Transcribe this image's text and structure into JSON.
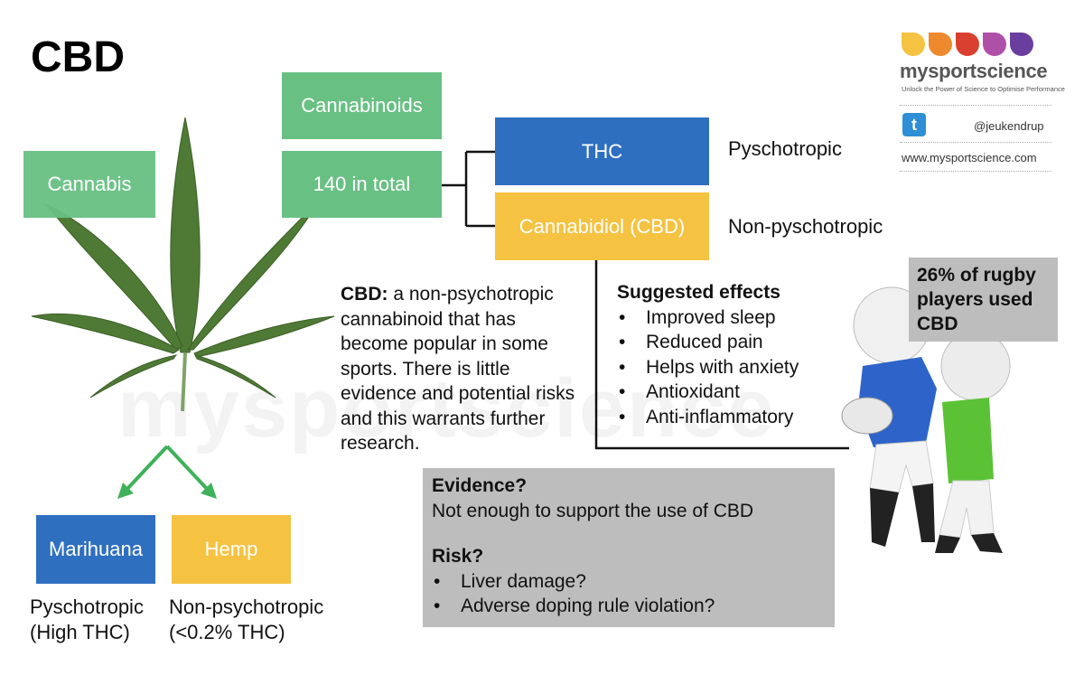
{
  "title": "CBD",
  "boxes": {
    "cannabinoids": "Cannabinoids",
    "total": "140 in total",
    "cannabis": "Cannabis",
    "thc": "THC",
    "cbd": "Cannabidiol (CBD)",
    "marihuana": "Marihuana",
    "hemp": "Hemp"
  },
  "labels": {
    "thc_effect": "Pyschotropic",
    "cbd_effect": "Non-pyschotropic",
    "marihuana_line1": "Pyschotropic",
    "marihuana_line2": "(High THC)",
    "hemp_line1": "Non-psychotropic",
    "hemp_line2": "(<0.2% THC)"
  },
  "description": {
    "bold": "CBD:",
    "text": " a non-psychotropic cannabinoid that has become popular in some sports. There is little evidence and potential risks and this warrants further research."
  },
  "effects": {
    "heading": "Suggested effects",
    "items": [
      "Improved sleep",
      "Reduced pain",
      "Helps with anxiety",
      "Antioxidant",
      "Anti-inflammatory"
    ]
  },
  "rugby_stat": "26% of rugby players used CBD",
  "evidence": {
    "heading": "Evidence?",
    "text": "Not enough to support the use of CBD",
    "risk_heading": "Risk?",
    "risks": [
      "Liver damage?",
      "Adverse doping rule violation?"
    ]
  },
  "logo": {
    "name": "mysportscience",
    "tagline": "Unlock the Power of Science to Optimise Performance",
    "twitter": "@jeukendrup",
    "website": "www.mysportscience.com",
    "drop_colors": [
      "#f5c242",
      "#ee8a2e",
      "#d9402f",
      "#b04fa8",
      "#6a3e9e"
    ]
  },
  "colors": {
    "green": "#68c083",
    "blue": "#2f6fc0",
    "yellow": "#f5c242",
    "gray": "#bdbdbd",
    "leaf": "#4f7a35",
    "arrow": "#3fb15a"
  },
  "watermark": "mysportscience"
}
